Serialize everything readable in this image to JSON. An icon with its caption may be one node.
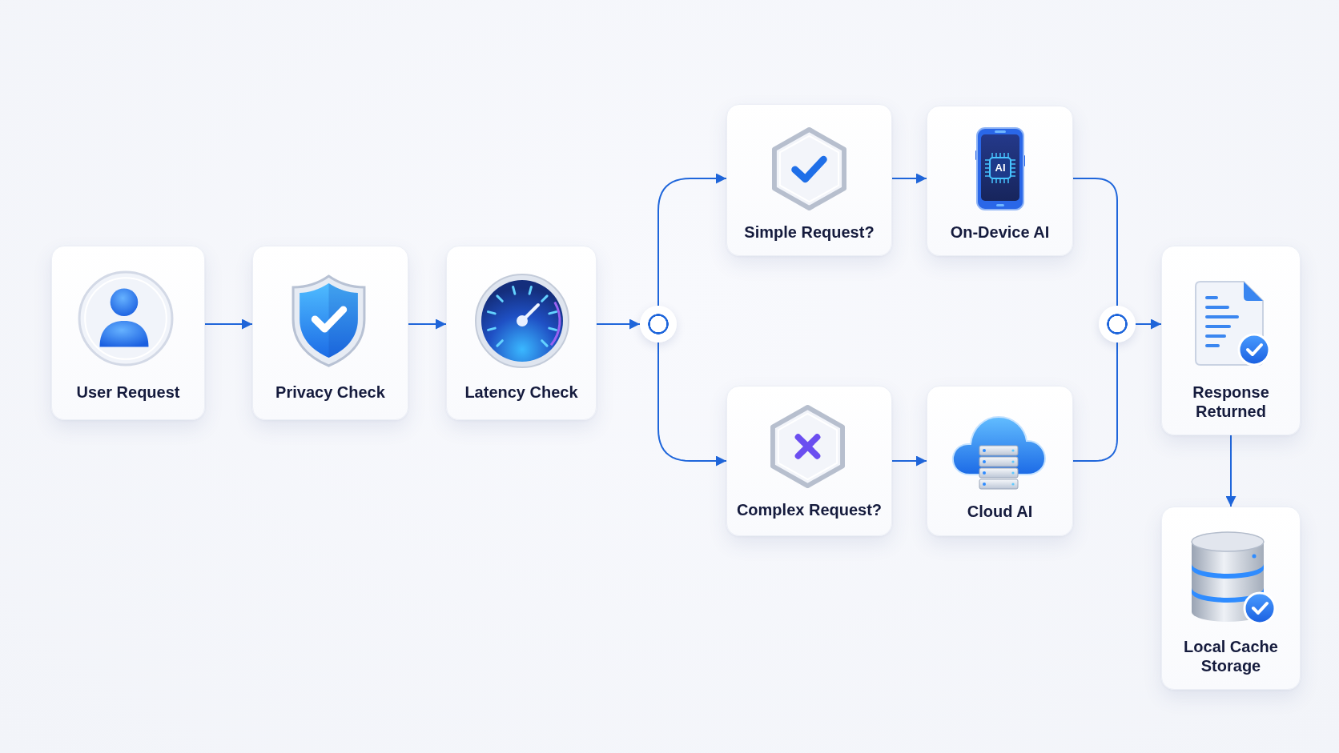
{
  "diagram": {
    "nodes": [
      {
        "text": [
          "User Request"
        ]
      },
      {
        "text": [
          "Privacy Check"
        ]
      },
      {
        "text": [
          "Latency Check"
        ]
      },
      {
        "text": [],
        "shape": "circle"
      },
      {
        "text": [
          "Simple Request?"
        ]
      },
      {
        "text": [
          "On-Device AI"
        ]
      },
      {
        "text": [
          "Complex Request?"
        ]
      },
      {
        "text": [
          "Cloud AI"
        ]
      },
      {
        "text": [],
        "shape": "circle"
      },
      {
        "text": [
          "Response Returned"
        ]
      },
      {
        "text": [
          "Local Cache Storage"
        ]
      }
    ],
    "edges": [
      {
        "from": 0,
        "to": 1,
        "arrow": "to"
      },
      {
        "from": 1,
        "to": 2,
        "arrow": "to"
      },
      {
        "from": 2,
        "to": 3,
        "arrow": "to"
      },
      {
        "from": 3,
        "to": 4,
        "arrow": "to"
      },
      {
        "from": 3,
        "to": 6,
        "arrow": "to"
      },
      {
        "from": 4,
        "to": 5,
        "arrow": "to"
      },
      {
        "from": 6,
        "to": 7,
        "arrow": "to"
      },
      {
        "from": 5,
        "to": 8,
        "arrow": "none"
      },
      {
        "from": 7,
        "to": 8,
        "arrow": "none"
      },
      {
        "from": 8,
        "to": 9,
        "arrow": "to"
      },
      {
        "from": 9,
        "to": 10,
        "arrow": "to"
      }
    ],
    "labels": [
      "AI"
    ]
  }
}
